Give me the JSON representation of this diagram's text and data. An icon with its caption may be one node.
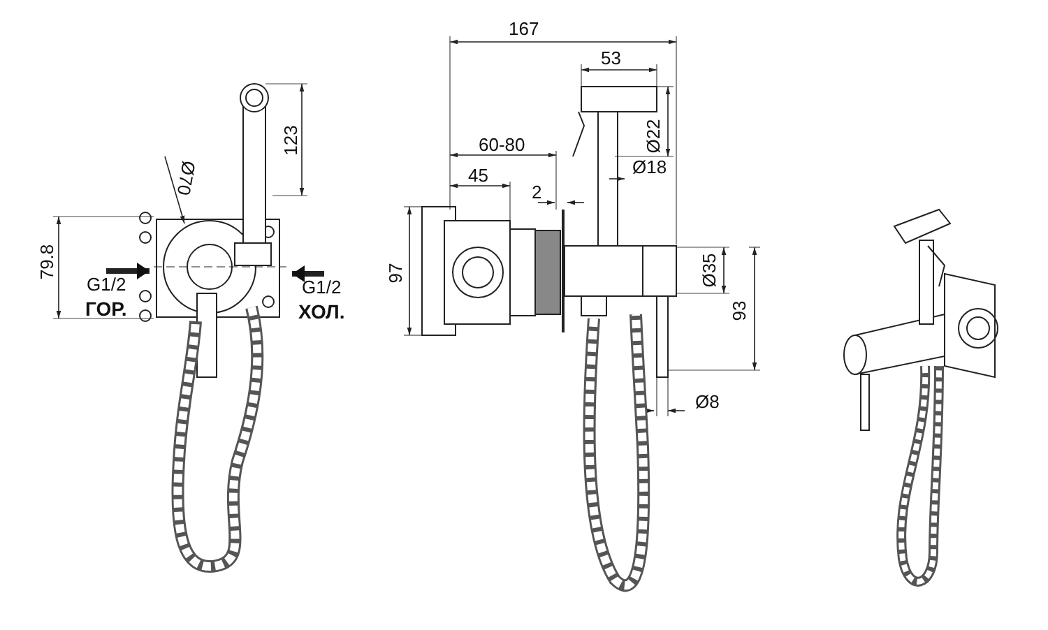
{
  "diagram": {
    "labels": [
      "167",
      "53",
      "60-80",
      "45",
      "2",
      "Ø22",
      "Ø18",
      "97",
      "Ø35",
      "93",
      "Ø8",
      "123",
      "Ø70",
      "79.8",
      "G1/2",
      "ГОР.",
      "G1/2",
      "ХОЛ."
    ]
  }
}
